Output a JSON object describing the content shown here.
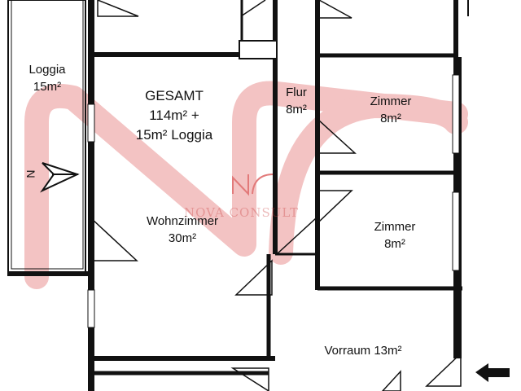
{
  "colors": {
    "wall": "#111111",
    "watermark": "#e05050",
    "background": "#ffffff"
  },
  "rooms": {
    "total": {
      "line1": "GESAMT",
      "line2": "114m² +",
      "line3": "15m² Loggia"
    },
    "loggia": {
      "name": "Loggia",
      "area": "15m²"
    },
    "wohnzimmer": {
      "name": "Wohnzimmer",
      "area": "30m²"
    },
    "flur": {
      "name": "Flur",
      "area": "8m²"
    },
    "zimmer1": {
      "name": "Zimmer",
      "area": "8m²"
    },
    "zimmer2": {
      "name": "Zimmer",
      "area": "8m²"
    },
    "vorraum": {
      "name": "Vorraum 13m²"
    }
  },
  "north_arrow": {
    "label": "N"
  },
  "watermark": {
    "brand": "NOVA CONSULT"
  },
  "icons": {
    "north": "compass-arrow-icon",
    "entrance": "arrow-left-icon",
    "logo": "nova-consult-logo-icon"
  }
}
